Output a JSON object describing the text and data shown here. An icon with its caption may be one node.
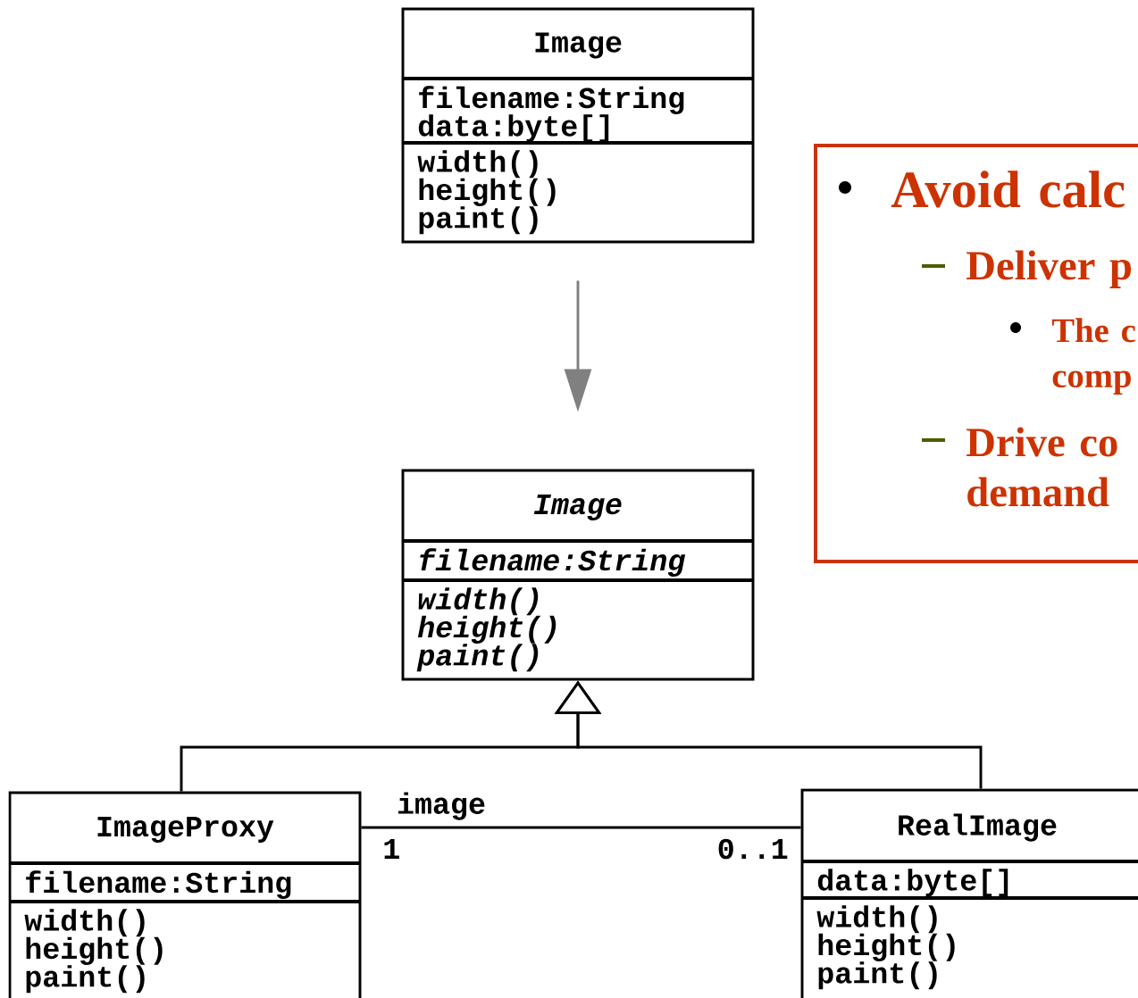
{
  "diagram": {
    "nodes": [
      {
        "text": [
          "Image",
          "filename:String data:byte[]",
          "width() height() paint()"
        ]
      },
      {
        "text": [
          "Image",
          "filename:String",
          "width() height() paint()"
        ]
      },
      {
        "text": [
          "ImageProxy",
          "filename:String",
          "width() height() paint()"
        ]
      },
      {
        "text": [
          "RealImage",
          "data:byte[]",
          "width() height() paint()"
        ]
      },
      {
        "text": [
          "Avoid calc",
          "Deliver p",
          "The c comp",
          "Drive co demand"
        ]
      }
    ],
    "edges": [
      {
        "from": 0,
        "to": 1,
        "arrow": "to",
        "color": "#808080"
      },
      {
        "from": 2,
        "to": 1,
        "arrow": "to"
      },
      {
        "from": 3,
        "to": 1,
        "arrow": "to"
      },
      {
        "from": 2,
        "to": 3,
        "arrow": "none",
        "label": "image"
      }
    ],
    "labels": [
      "1",
      "0..1"
    ]
  }
}
